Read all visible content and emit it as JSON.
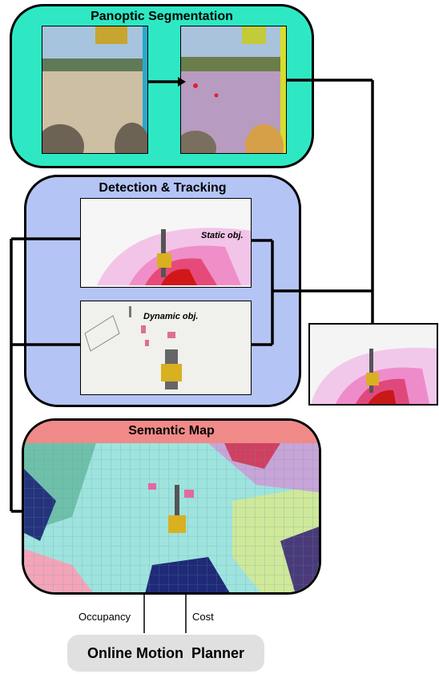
{
  "panoptic": {
    "title": "Panoptic Segmentation"
  },
  "detection": {
    "title": "Detection & Tracking",
    "static_label": "Static obj.",
    "dynamic_label": "Dynamic obj."
  },
  "semantic_map": {
    "title": "Semantic Map"
  },
  "outputs": {
    "occupancy": "Occupancy",
    "cost": "Cost"
  },
  "planner": {
    "title": "Online Motion  Planner"
  },
  "colors": {
    "panoptic_bg": "#2ee8c4",
    "detection_bg": "#b4c4f5",
    "semantic_header": "#f08a88",
    "planner_bg": "#e0e0e0"
  }
}
